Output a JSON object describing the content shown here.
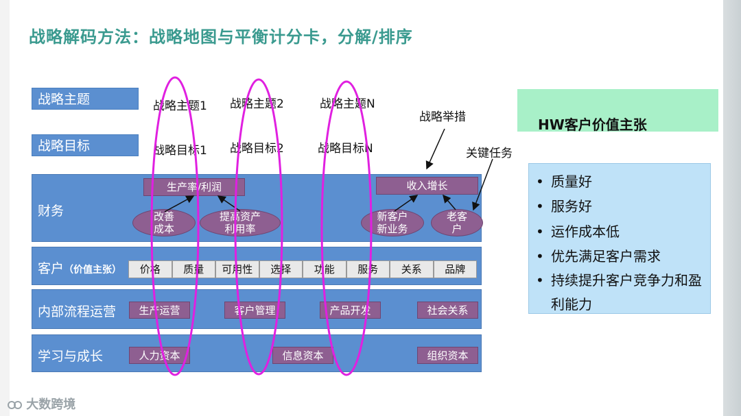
{
  "title": "战略解码方法：战略地图与平衡计分卡，分解/排序",
  "labels": {
    "theme": "战略主题",
    "goal": "战略目标"
  },
  "topics": [
    "战略主题1",
    "战略主题2",
    "战略主题N"
  ],
  "goals": [
    "战略目标1",
    "战略目标2",
    "战略目标N"
  ],
  "annotations": {
    "initiative": "战略举措",
    "key_task": "关键任务"
  },
  "bands": {
    "finance": {
      "label": "财务",
      "box_left": "生产率/利润",
      "box_right": "收入增长",
      "oval1": "改善\n成本",
      "oval2": "提高资产\n利用率",
      "oval3": "新客户\n新业务",
      "oval4": "老客\n户"
    },
    "customer": {
      "label": "客户",
      "sublabel": "（价值主张）",
      "cells": [
        "价格",
        "质量",
        "可用性",
        "选择",
        "功能",
        "服务",
        "关系",
        "品牌"
      ]
    },
    "process": {
      "label": "内部流程运营",
      "boxes": [
        "生产运营",
        "客户管理",
        "产品开发",
        "社会关系"
      ]
    },
    "learning": {
      "label": "学习与成长",
      "boxes": [
        "人力资本",
        "信息资本",
        "组织资本"
      ]
    }
  },
  "hw": {
    "title": "HW客户价值主张",
    "bullet": "•",
    "items": [
      "质量好",
      "服务好",
      "运作成本低",
      "优先满足客户需求",
      "持续提升客户竞争力和盈",
      "利能力"
    ]
  },
  "logo": "大数跨境",
  "colors": {
    "band": "#5b8fd0",
    "box": "#8e5f91",
    "ellipse": "#e020e0",
    "title": "#3a9a8f"
  }
}
